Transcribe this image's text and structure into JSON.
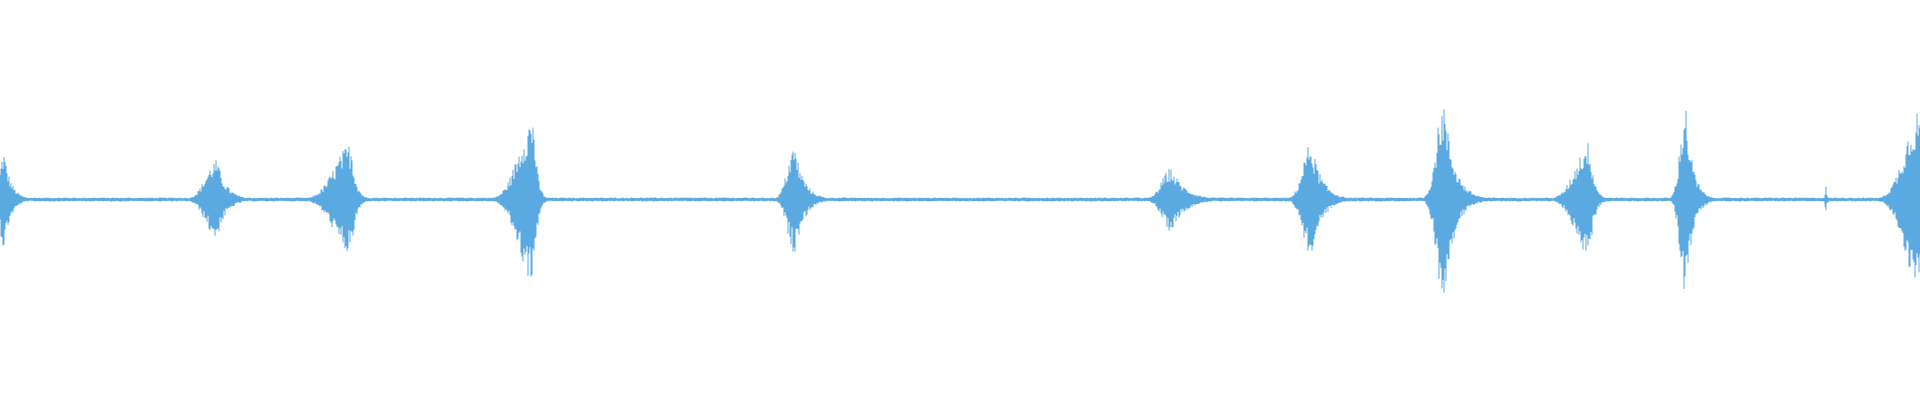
{
  "waveform": {
    "color": "#5aa9e1",
    "background": "#ffffff",
    "baseline_amplitude": 0.01,
    "bursts": [
      {
        "time": 0.002,
        "amplitude": 0.25,
        "rise": 0.004,
        "decay": 0.006
      },
      {
        "time": 0.113,
        "amplitude": 0.2,
        "rise": 0.012,
        "decay": 0.008
      },
      {
        "time": 0.183,
        "amplitude": 0.28,
        "rise": 0.018,
        "decay": 0.004
      },
      {
        "time": 0.278,
        "amplitude": 0.42,
        "rise": 0.016,
        "decay": 0.003
      },
      {
        "time": 0.414,
        "amplitude": 0.27,
        "rise": 0.008,
        "decay": 0.008
      },
      {
        "time": 0.61,
        "amplitude": 0.16,
        "rise": 0.01,
        "decay": 0.012
      },
      {
        "time": 0.683,
        "amplitude": 0.29,
        "rise": 0.009,
        "decay": 0.009
      },
      {
        "time": 0.752,
        "amplitude": 0.5,
        "rise": 0.008,
        "decay": 0.009
      },
      {
        "time": 0.828,
        "amplitude": 0.29,
        "rise": 0.015,
        "decay": 0.004
      },
      {
        "time": 0.878,
        "amplitude": 0.48,
        "rise": 0.006,
        "decay": 0.006
      },
      {
        "time": 0.951,
        "amplitude": 0.07,
        "rise": 0.001,
        "decay": 0.001
      },
      {
        "time": 1.0,
        "amplitude": 0.46,
        "rise": 0.016,
        "decay": 0.001
      }
    ]
  }
}
